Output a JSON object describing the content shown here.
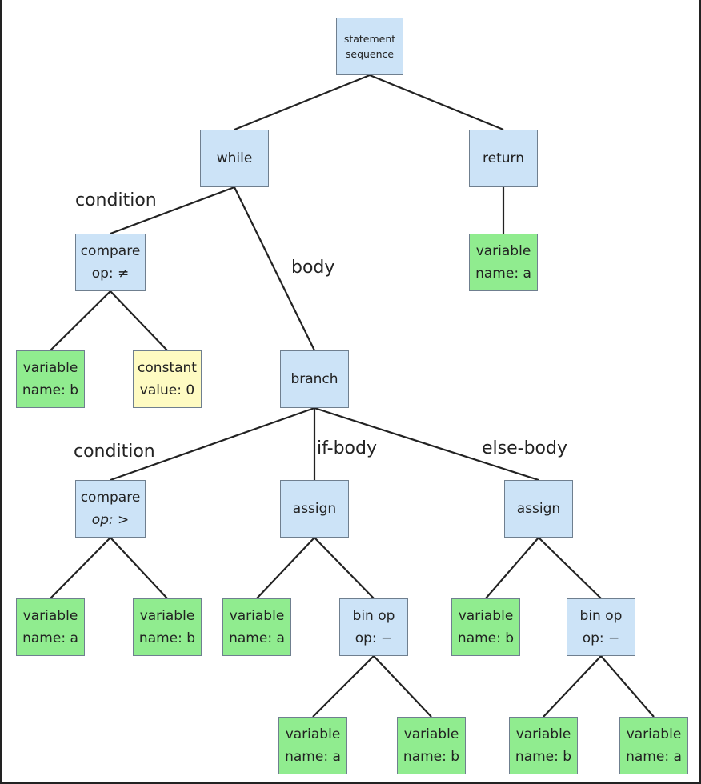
{
  "nodes": [
    {
      "id": "seq",
      "color": "blue",
      "lines": [
        "statement",
        "sequence"
      ]
    },
    {
      "id": "while",
      "color": "blue",
      "lines": [
        "while"
      ]
    },
    {
      "id": "return",
      "color": "blue",
      "lines": [
        "return"
      ]
    },
    {
      "id": "ret_var",
      "color": "green",
      "lines": [
        "variable",
        "name: a"
      ]
    },
    {
      "id": "cmp1",
      "color": "blue",
      "lines": [
        "compare",
        "op: ≠"
      ]
    },
    {
      "id": "var_b1",
      "color": "green",
      "lines": [
        "variable",
        "name: b"
      ]
    },
    {
      "id": "const0",
      "color": "yellow",
      "lines": [
        "constant",
        "value: 0"
      ]
    },
    {
      "id": "branch",
      "color": "blue",
      "lines": [
        "branch"
      ]
    },
    {
      "id": "cmp2",
      "color": "blue",
      "lines": [
        "compare",
        "op: >"
      ]
    },
    {
      "id": "assign1",
      "color": "blue",
      "lines": [
        "assign"
      ]
    },
    {
      "id": "assign2",
      "color": "blue",
      "lines": [
        "assign"
      ]
    },
    {
      "id": "cmp2_a",
      "color": "green",
      "lines": [
        "variable",
        "name: a"
      ]
    },
    {
      "id": "cmp2_b",
      "color": "green",
      "lines": [
        "variable",
        "name: b"
      ]
    },
    {
      "id": "as1_a",
      "color": "green",
      "lines": [
        "variable",
        "name: a"
      ]
    },
    {
      "id": "binop1",
      "color": "blue",
      "lines": [
        "bin op",
        "op: −"
      ]
    },
    {
      "id": "as2_b",
      "color": "green",
      "lines": [
        "variable",
        "name: b"
      ]
    },
    {
      "id": "binop2",
      "color": "blue",
      "lines": [
        "bin op",
        "op: −"
      ]
    },
    {
      "id": "bo1_a",
      "color": "green",
      "lines": [
        "variable",
        "name: a"
      ]
    },
    {
      "id": "bo1_b",
      "color": "green",
      "lines": [
        "variable",
        "name: b"
      ]
    },
    {
      "id": "bo2_b",
      "color": "green",
      "lines": [
        "variable",
        "name: b"
      ]
    },
    {
      "id": "bo2_a",
      "color": "green",
      "lines": [
        "variable",
        "name: a"
      ]
    }
  ],
  "edges": [
    {
      "from": "seq",
      "to": "while"
    },
    {
      "from": "seq",
      "to": "return"
    },
    {
      "from": "return",
      "to": "ret_var"
    },
    {
      "from": "while",
      "to": "cmp1",
      "label": "condition"
    },
    {
      "from": "while",
      "to": "branch",
      "label": "body"
    },
    {
      "from": "cmp1",
      "to": "var_b1"
    },
    {
      "from": "cmp1",
      "to": "const0"
    },
    {
      "from": "branch",
      "to": "cmp2",
      "label": "condition"
    },
    {
      "from": "branch",
      "to": "assign1",
      "label": "if-body"
    },
    {
      "from": "branch",
      "to": "assign2",
      "label": "else-body"
    },
    {
      "from": "cmp2",
      "to": "cmp2_a"
    },
    {
      "from": "cmp2",
      "to": "cmp2_b"
    },
    {
      "from": "assign1",
      "to": "as1_a"
    },
    {
      "from": "assign1",
      "to": "binop1"
    },
    {
      "from": "assign2",
      "to": "as2_b"
    },
    {
      "from": "assign2",
      "to": "binop2"
    },
    {
      "from": "binop1",
      "to": "bo1_a"
    },
    {
      "from": "binop1",
      "to": "bo1_b"
    },
    {
      "from": "binop2",
      "to": "bo2_b"
    },
    {
      "from": "binop2",
      "to": "bo2_a"
    }
  ],
  "colors": {
    "blue": "#cce3f7",
    "green": "#90ec8f",
    "yellow": "#fefbc2",
    "edge": "#222222"
  }
}
